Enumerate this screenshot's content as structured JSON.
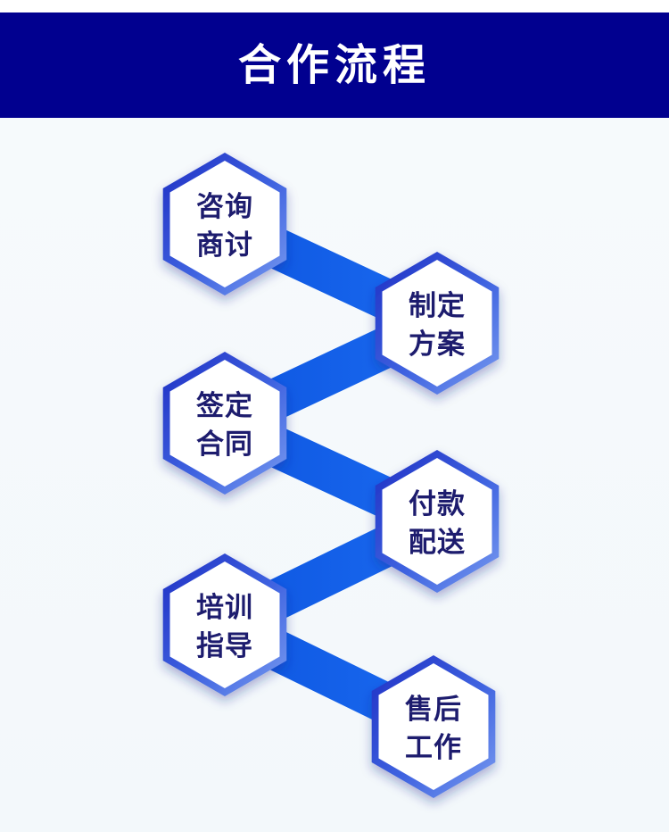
{
  "header": {
    "title": "合作流程"
  },
  "steps": [
    {
      "line1": "咨询",
      "line2": "商讨"
    },
    {
      "line1": "制定",
      "line2": "方案"
    },
    {
      "line1": "签定",
      "line2": "合同"
    },
    {
      "line1": "付款",
      "line2": "配送"
    },
    {
      "line1": "培训",
      "line2": "指导"
    },
    {
      "line1": "售后",
      "line2": "工作"
    }
  ],
  "colors": {
    "banner": "#01008f",
    "connector": "#1660e6",
    "hex_border": "#2a3fc8",
    "text": "#1d1c6e"
  }
}
